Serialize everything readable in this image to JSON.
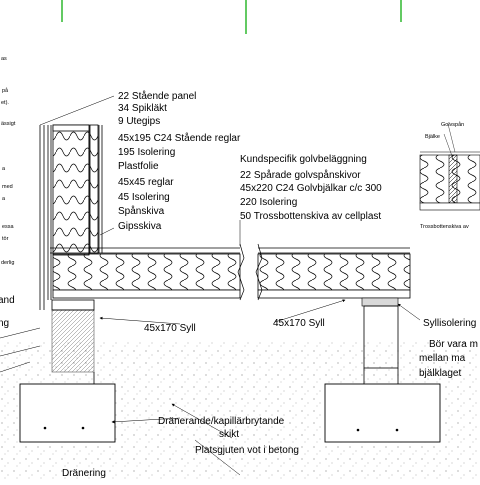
{
  "wall_labels": [
    "22 Stående panel",
    "34 Spikläkt",
    "9 Utegips",
    "45x195 C24 Stående reglar",
    "195 Isolering",
    "Plastfolie",
    "45x45 reglar",
    "45 Isolering",
    "Spånskiva",
    "Gipsskiva"
  ],
  "floor_labels": [
    "Kundspecifik golvbeläggning",
    "22 Spårade golvspånskivor",
    "45x220 C24 Golvbjälkar c/c 300",
    "220 Isolering",
    "50 Trossbottenskiva av cellplast"
  ],
  "syll_left": "45x170 Syll",
  "syll_mid": "45x170 Syll",
  "syll_isolering": "Syllisolering",
  "note_lines": [
    "Bör vara m",
    "mellan ma",
    "bjälklaget"
  ],
  "dranerande_lines": [
    "Dränerande/kapillärbrytande",
    "skikt"
  ],
  "platsgjuten": "Platsgjuten vot i betong",
  "dranering": "Dränering",
  "left_cut_and": "and",
  "left_cut_ng": "ng",
  "left_frag": [
    "as",
    "på",
    "et).",
    "ässigt",
    "a",
    "med",
    "a",
    "essa",
    "tör",
    "derlig"
  ],
  "detail": {
    "golvspan": "Golvspån",
    "bjalke": "Bjälke",
    "trossbotten": "Trossbottenskiva av"
  },
  "colors": {
    "green_marker": "#2fb82f",
    "line": "#000000",
    "fill_grey": "#d9d9d9"
  }
}
